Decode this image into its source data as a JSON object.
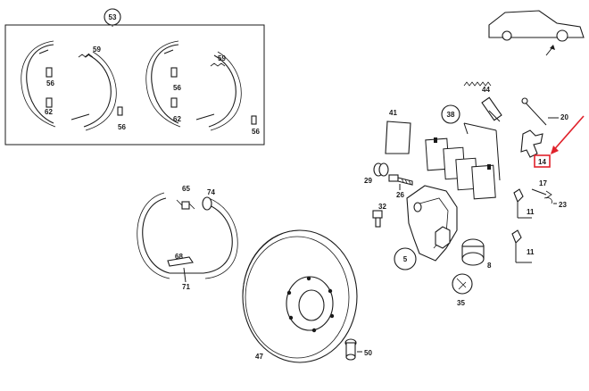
{
  "diagram": {
    "part_labels": {
      "p53": "53",
      "p59a": "59",
      "p56a": "56",
      "p62a": "62",
      "p56b": "56",
      "p59b": "59",
      "p56c": "56",
      "p62b": "62",
      "p56d": "56",
      "p44": "44",
      "p20": "20",
      "p41": "41",
      "p38": "38",
      "p14": "14",
      "p29": "29",
      "p26": "26",
      "p32": "32",
      "p17": "17",
      "p23": "23",
      "p11a": "11",
      "p11b": "11",
      "p65": "65",
      "p74": "74",
      "p68": "68",
      "p71": "71",
      "p5": "5",
      "p8": "8",
      "p35": "35",
      "p47": "47",
      "p50": "50"
    },
    "highlight_color": "#e0222b",
    "line_color": "#1a1a1a"
  }
}
